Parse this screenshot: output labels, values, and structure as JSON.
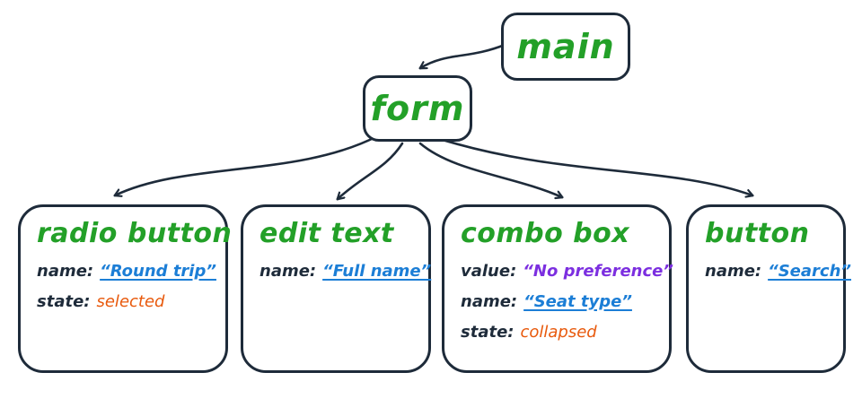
{
  "diagram": {
    "kind": "ui-accessibility-tree",
    "root": {
      "label": "main"
    },
    "form": {
      "label": "form"
    },
    "children": [
      {
        "title": "radio button",
        "props": [
          {
            "key": "name:",
            "value": "“Round trip”",
            "type": "name"
          },
          {
            "key": "state:",
            "value": "selected",
            "type": "state"
          }
        ]
      },
      {
        "title": "edit text",
        "props": [
          {
            "key": "name:",
            "value": "“Full name”",
            "type": "name"
          }
        ]
      },
      {
        "title": "combo box",
        "props": [
          {
            "key": "value:",
            "value": "“No preference”",
            "type": "value"
          },
          {
            "key": "name:",
            "value": "“Seat type”",
            "type": "name"
          },
          {
            "key": "state:",
            "value": "collapsed",
            "type": "state"
          }
        ]
      },
      {
        "title": "button",
        "props": [
          {
            "key": "name:",
            "value": "“Search”",
            "type": "name"
          }
        ]
      }
    ],
    "colors": {
      "node_title_green": "#23a028",
      "ink": "#1e2b3a",
      "name_blue": "#1c7ed6",
      "state_orange": "#e8590c",
      "value_purple": "#7c2fe0"
    }
  }
}
